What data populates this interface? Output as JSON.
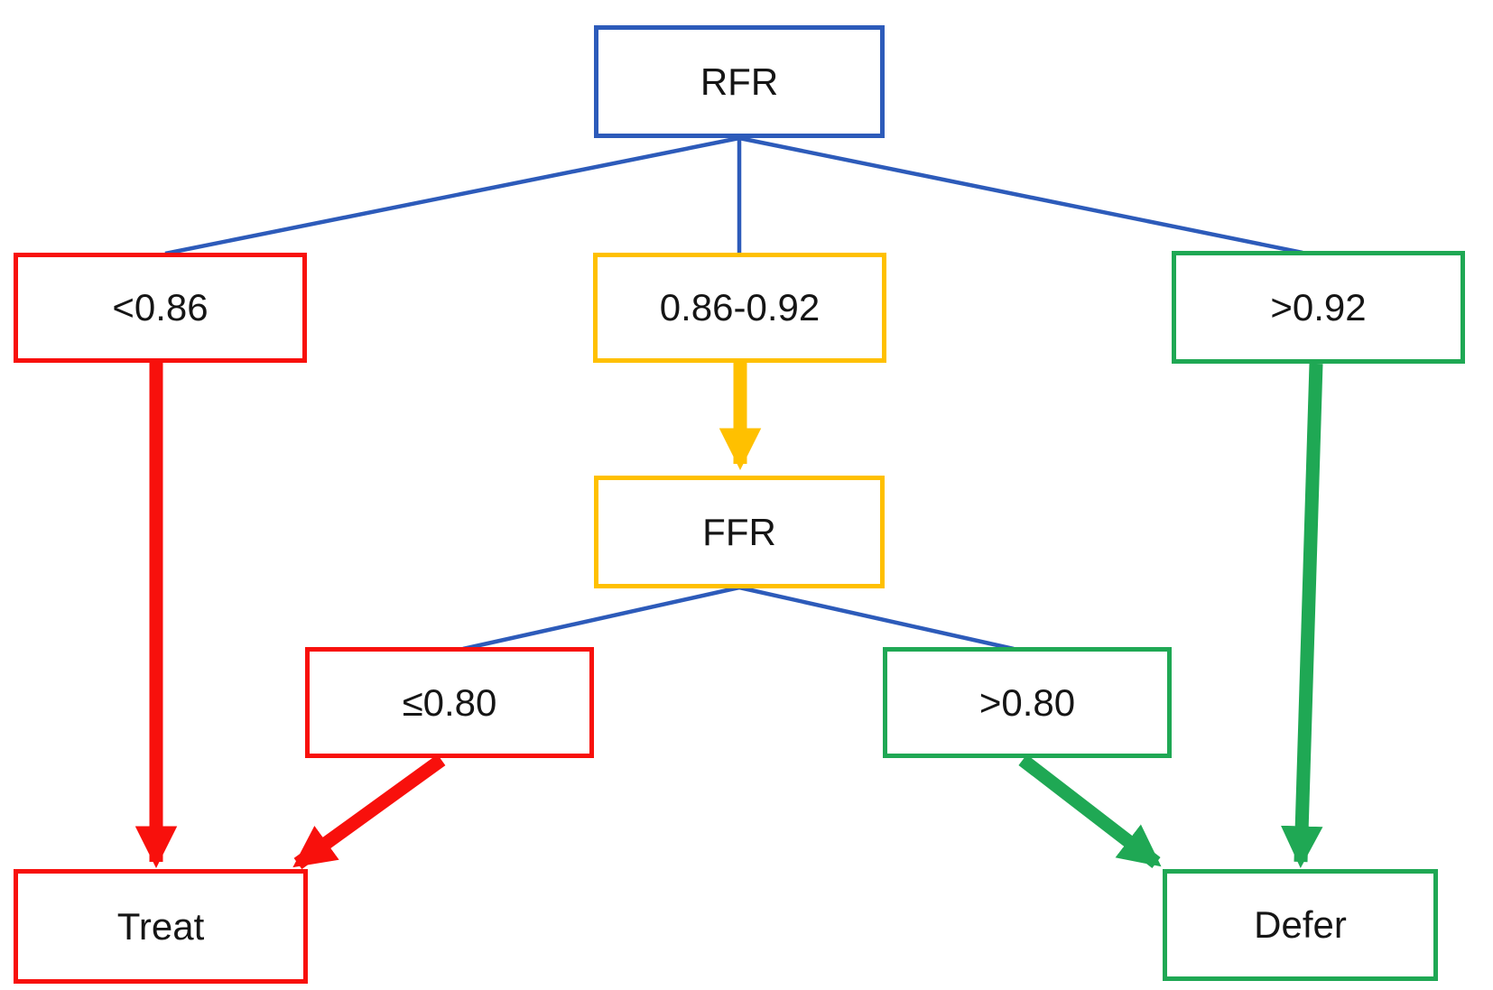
{
  "colors": {
    "blue": "#2D5BBA",
    "red": "#F8100C",
    "amber": "#FFC000",
    "green": "#1FA854"
  },
  "nodes": {
    "rfr": {
      "label": "RFR"
    },
    "rfr_low": {
      "label": "<0.86"
    },
    "rfr_mid": {
      "label": "0.86-0.92"
    },
    "rfr_high": {
      "label": ">0.92"
    },
    "ffr": {
      "label": "FFR"
    },
    "ffr_low": {
      "label": "≤0.80"
    },
    "ffr_high": {
      "label": ">0.80"
    },
    "treat": {
      "label": "Treat"
    },
    "defer": {
      "label": "Defer"
    }
  },
  "edges": [
    {
      "from": "RFR",
      "to": "<0.86",
      "type": "branch-line",
      "color": "blue"
    },
    {
      "from": "RFR",
      "to": "0.86-0.92",
      "type": "branch-line",
      "color": "blue"
    },
    {
      "from": "RFR",
      "to": ">0.92",
      "type": "branch-line",
      "color": "blue"
    },
    {
      "from": "0.86-0.92",
      "to": "FFR",
      "type": "thick-arrow",
      "color": "amber"
    },
    {
      "from": "FFR",
      "to": "≤0.80",
      "type": "branch-line",
      "color": "blue"
    },
    {
      "from": "FFR",
      "to": ">0.80",
      "type": "branch-line",
      "color": "blue"
    },
    {
      "from": "<0.86",
      "to": "Treat",
      "type": "thick-arrow",
      "color": "red"
    },
    {
      "from": "≤0.80",
      "to": "Treat",
      "type": "thick-arrow",
      "color": "red"
    },
    {
      "from": ">0.80",
      "to": "Defer",
      "type": "thick-arrow",
      "color": "green"
    },
    {
      "from": ">0.92",
      "to": "Defer",
      "type": "thick-arrow",
      "color": "green"
    }
  ]
}
